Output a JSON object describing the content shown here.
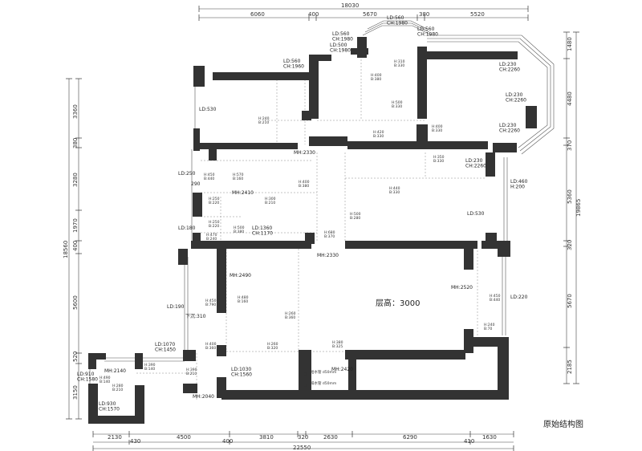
{
  "caption": "原始结构图",
  "ceiling_height": "层高：3000",
  "top_dims": {
    "total": "18030",
    "segments": [
      "6060",
      "400",
      "5670",
      "380",
      "5520"
    ]
  },
  "bottom_dims": {
    "total": "22550",
    "row1": [
      "2130",
      "4500",
      "3810",
      "320",
      "2630",
      "6290",
      "1630"
    ],
    "row2": [
      "430",
      "400",
      "410"
    ]
  },
  "left_dims": {
    "total": "18560",
    "segments": [
      "3360",
      "380",
      "3280",
      "1970",
      "400",
      "5600",
      "520",
      "3150"
    ]
  },
  "right_dims": {
    "total": "19865",
    "segments": [
      "1480",
      "4480",
      "370",
      "5360",
      "320",
      "5670",
      "2185"
    ]
  },
  "labels": {
    "ld560_ch1980_a": "LD:560\nCH:1980",
    "ld560_ch1980_b": "LD:560\nCH:1980",
    "ld560_ch1980_c": "LD:560\nCH:1980",
    "ld500_ch1980": "LD:500\nCH:1980",
    "ld560_ch1960": "LD:560\nCH:1960",
    "ld530_a": "LD:530",
    "ld230_ch2260_a": "LD:230\nCH:2260",
    "ld230_ch2260_b": "LD:230\nCH:2260",
    "ld230_ch2260_c": "LD:230\nCH:2260",
    "ld230_ch2260_d": "LD:230\nCH:2260",
    "mh2330_a": "MH:2330",
    "ld250": "LD:250",
    "n290": "290",
    "mh2410": "MH:2410",
    "ld460_h200": "LD:460\nH:200",
    "ld530_b": "LD:530",
    "ld180": "LD:180",
    "ld1360_ch1170": "LD:1360\nCH:1170",
    "mh2330_b": "MH:2330",
    "mh2490": "MH:2490",
    "mh2520": "MH:2520",
    "ld220": "LD:220",
    "ld190": "LD:190",
    "xia310": "下沉:310",
    "ld1070_ch1450": "LD:1070\nCH:1450",
    "ld1030_ch1560": "LD:1030\nCH:1560",
    "mh2420": "MH:2420",
    "ld910_ch1580": "LD:910\nCH:1580",
    "mh2140": "MH:2140",
    "ld930_ch1570": "LD:930\nCH:1570",
    "mh2040": "MH:2040"
  },
  "beams": [
    "H:310\nB:330",
    "H:400\nB:380",
    "H:500\nB:330",
    "H:240\nB:210",
    "H:420\nB:330",
    "H:400\nB:330",
    "H:350\nB:330",
    "H:450\nB:440",
    "H:570\nB:160",
    "H:400\nB:380",
    "H:250\nB:220",
    "H:300\nB:210",
    "H:440\nB:330",
    "H:500\nB:280",
    "H:250\nB:220",
    "H:500\nB:380",
    "H:470\nB:240",
    "H:680\nB:370",
    "H:450\nB:790",
    "H:480\nB:160",
    "H:260\nB:360",
    "H:400\nB:360",
    "H:260\nB:320",
    "H:380\nB:325",
    "H:450\nB:440",
    "H:240\nB:70",
    "H:390\nB:140",
    "H:490\nB:140",
    "H:390\nB:210",
    "H:280\nB:210"
  ],
  "pipe_labels": [
    "给水管 d50mm",
    "排水管 d50mm"
  ]
}
